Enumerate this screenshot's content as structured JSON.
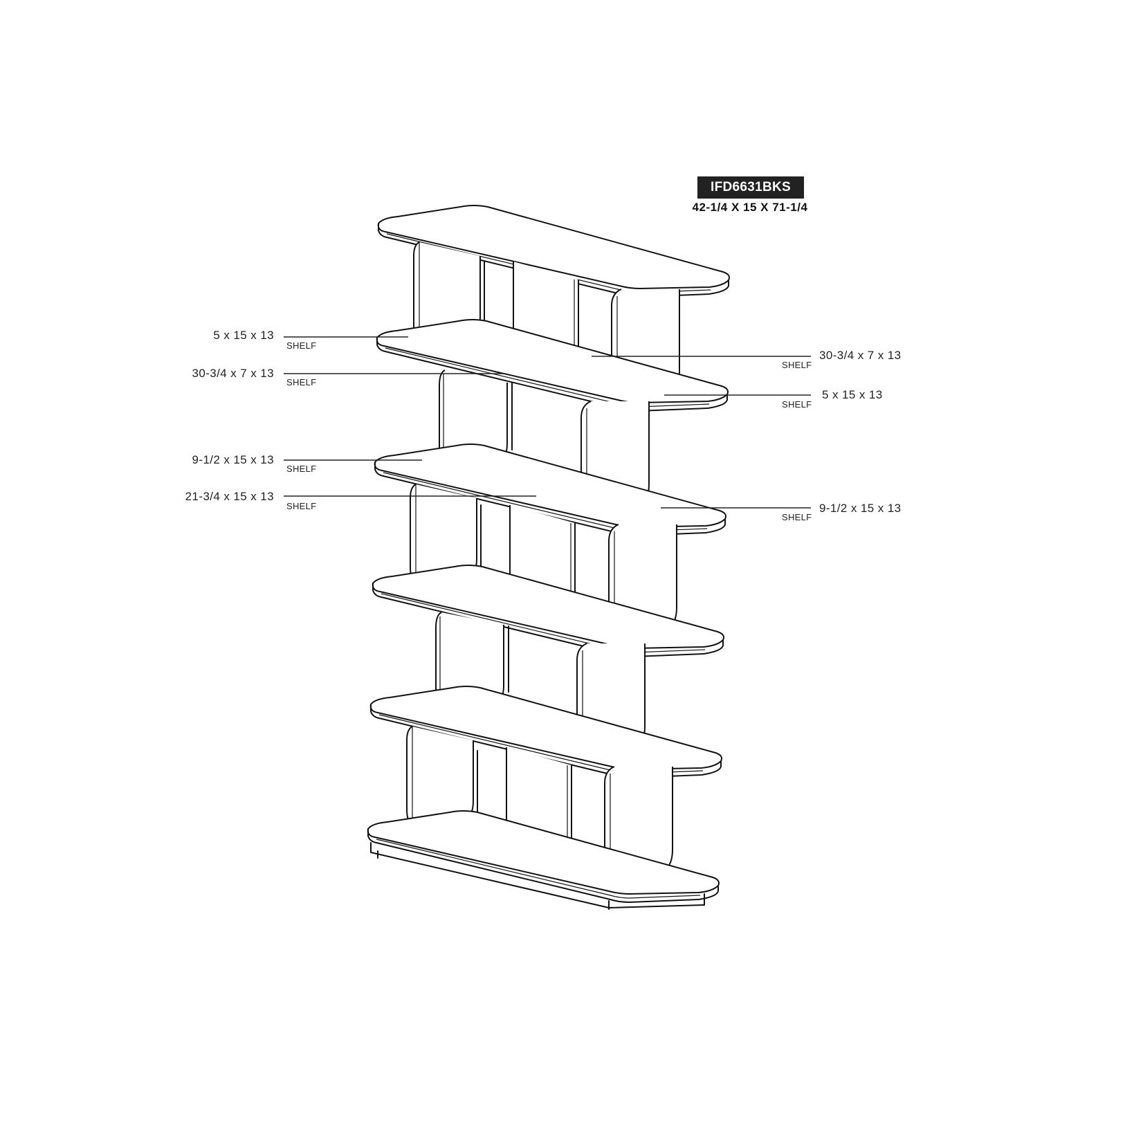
{
  "product": {
    "model": "IFD6631BKS",
    "overall_dimensions": "42-1/4 X 15 X 71-1/4"
  },
  "callouts": {
    "left": [
      {
        "dims": "5 x 15 x 13",
        "part": "SHELF"
      },
      {
        "dims": "30-3/4 x 7 x 13",
        "part": "SHELF"
      },
      {
        "dims": "9-1/2 x 15 x 13",
        "part": "SHELF"
      },
      {
        "dims": "21-3/4 x 15 x 13",
        "part": "SHELF"
      }
    ],
    "right": [
      {
        "dims": "30-3/4 x 7 x 13",
        "part": "SHELF"
      },
      {
        "dims": "5 x 15 x 13",
        "part": "SHELF"
      },
      {
        "dims": "9-1/2 x 15 x 13",
        "part": "SHELF"
      }
    ]
  },
  "drawing": {
    "subject": "bookshelf-isometric-line-drawing",
    "shelf_count": 6,
    "stroke_color": "#111111",
    "background_color": "#ffffff"
  }
}
